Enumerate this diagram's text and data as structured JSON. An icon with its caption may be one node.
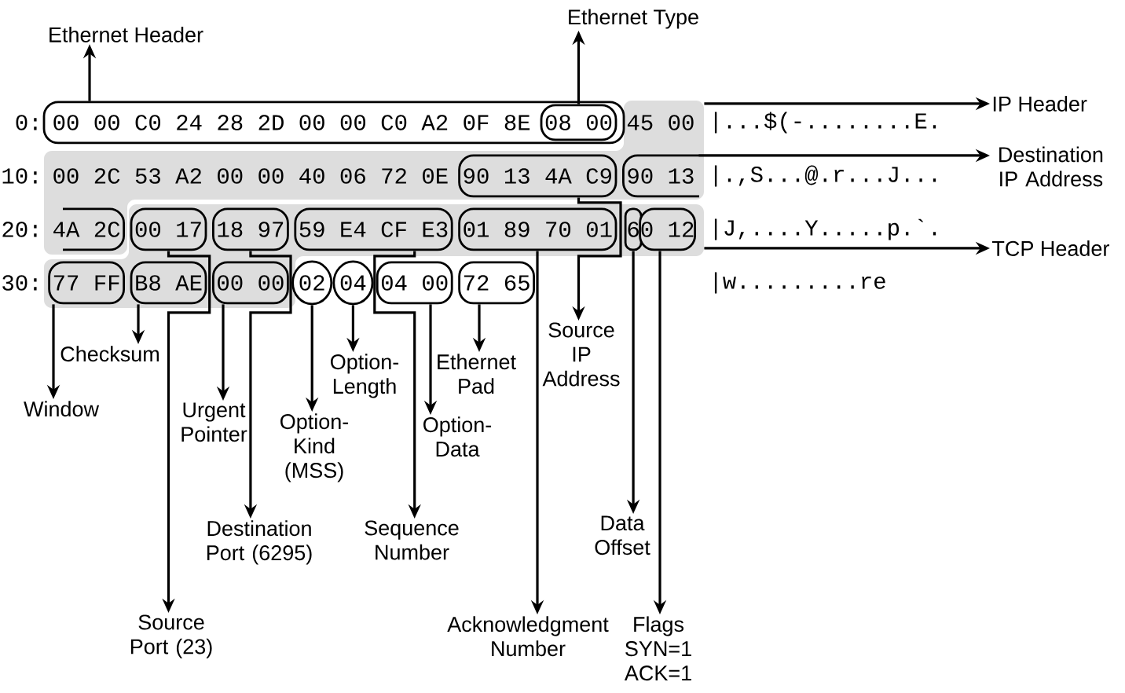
{
  "diagram": {
    "nodes": [
      {
        "text": [
          "Ethernet Header"
        ]
      },
      {
        "text": [
          "Ethernet Type"
        ]
      },
      {
        "text": [
          "00 00 C0 24 28 2D 00 00 C0 A2 0F 8E"
        ]
      },
      {
        "text": [
          "08 00"
        ],
        "in": 2
      },
      {
        "text": [
          "45 00",
          "00 2C 53 A2 00 00 40 06 72 0E"
        ]
      },
      {
        "text": [
          "IP Header"
        ]
      },
      {
        "text": [
          "Destination IP Address"
        ]
      },
      {
        "text": [
          "90 13 4A C9"
        ],
        "in": 4
      },
      {
        "text": [
          "90 13"
        ],
        "in": 4
      },
      {
        "text": [
          "TCP Header"
        ]
      },
      {
        "text": [
          "4A 2C"
        ],
        "in": 4
      },
      {
        "text": [],
        "shape": "box"
      },
      {
        "text": [
          "00 17"
        ],
        "in": 11
      },
      {
        "text": [
          "18 97"
        ],
        "in": 11
      },
      {
        "text": [
          "59 E4 CF E3"
        ],
        "in": 11
      },
      {
        "text": [
          "01 89 70 01"
        ],
        "in": 11
      },
      {
        "text": [
          "6"
        ],
        "in": 11
      },
      {
        "text": [
          "0 12"
        ],
        "in": 11
      },
      {
        "text": [
          "77 FF"
        ],
        "in": 11
      },
      {
        "text": [
          "B8 AE"
        ],
        "in": 11
      },
      {
        "text": [
          "00 00"
        ],
        "in": 11
      },
      {
        "text": [
          "02"
        ]
      },
      {
        "text": [
          "04"
        ]
      },
      {
        "text": [
          "04 00"
        ]
      },
      {
        "text": [
          "72 65"
        ]
      },
      {
        "text": [
          "Source IP Address"
        ]
      },
      {
        "text": [
          "Checksum"
        ]
      },
      {
        "text": [
          "Option-Length"
        ]
      },
      {
        "text": [
          "Ethernet Pad"
        ]
      },
      {
        "text": [
          "Window"
        ]
      },
      {
        "text": [
          "Urgent Pointer"
        ]
      },
      {
        "text": [
          "Option-Kind (MSS)"
        ]
      },
      {
        "text": [
          "Option-Data"
        ]
      },
      {
        "text": [
          "Data Offset"
        ]
      },
      {
        "text": [
          "Destination Port (6295)"
        ]
      },
      {
        "text": [
          "Sequence Number"
        ]
      },
      {
        "text": [
          "Source Port (23)"
        ]
      },
      {
        "text": [
          "Acknowledgment Number"
        ]
      },
      {
        "text": [
          "Flags SYN=1 ACK=1"
        ]
      }
    ],
    "edges": [
      {
        "from": 2,
        "to": 0,
        "arrow": "to"
      },
      {
        "from": 3,
        "to": 1,
        "arrow": "to"
      },
      {
        "from": 4,
        "to": 5,
        "arrow": "to"
      },
      {
        "from": 8,
        "to": 6,
        "arrow": "to"
      },
      {
        "from": 11,
        "to": 9,
        "arrow": "to"
      },
      {
        "from": 7,
        "to": 25,
        "arrow": "to"
      },
      {
        "from": 12,
        "to": 36,
        "arrow": "to"
      },
      {
        "from": 13,
        "to": 34,
        "arrow": "to"
      },
      {
        "from": 14,
        "to": 35,
        "arrow": "to"
      },
      {
        "from": 15,
        "to": 37,
        "arrow": "to"
      },
      {
        "from": 16,
        "to": 33,
        "arrow": "to"
      },
      {
        "from": 17,
        "to": 38,
        "arrow": "to"
      },
      {
        "from": 18,
        "to": 29,
        "arrow": "to"
      },
      {
        "from": 19,
        "to": 26,
        "arrow": "to"
      },
      {
        "from": 20,
        "to": 30,
        "arrow": "to"
      },
      {
        "from": 21,
        "to": 31,
        "arrow": "to"
      },
      {
        "from": 22,
        "to": 27,
        "arrow": "to"
      },
      {
        "from": 23,
        "to": 32,
        "arrow": "to"
      },
      {
        "from": 24,
        "to": 28,
        "arrow": "to"
      }
    ],
    "labels": [
      "0:",
      "|...$(-........E.",
      "10:",
      "|.,S...@.r...J...",
      "20:",
      "|J,....Y.....p.`.",
      "30:",
      "|w.........re"
    ]
  }
}
